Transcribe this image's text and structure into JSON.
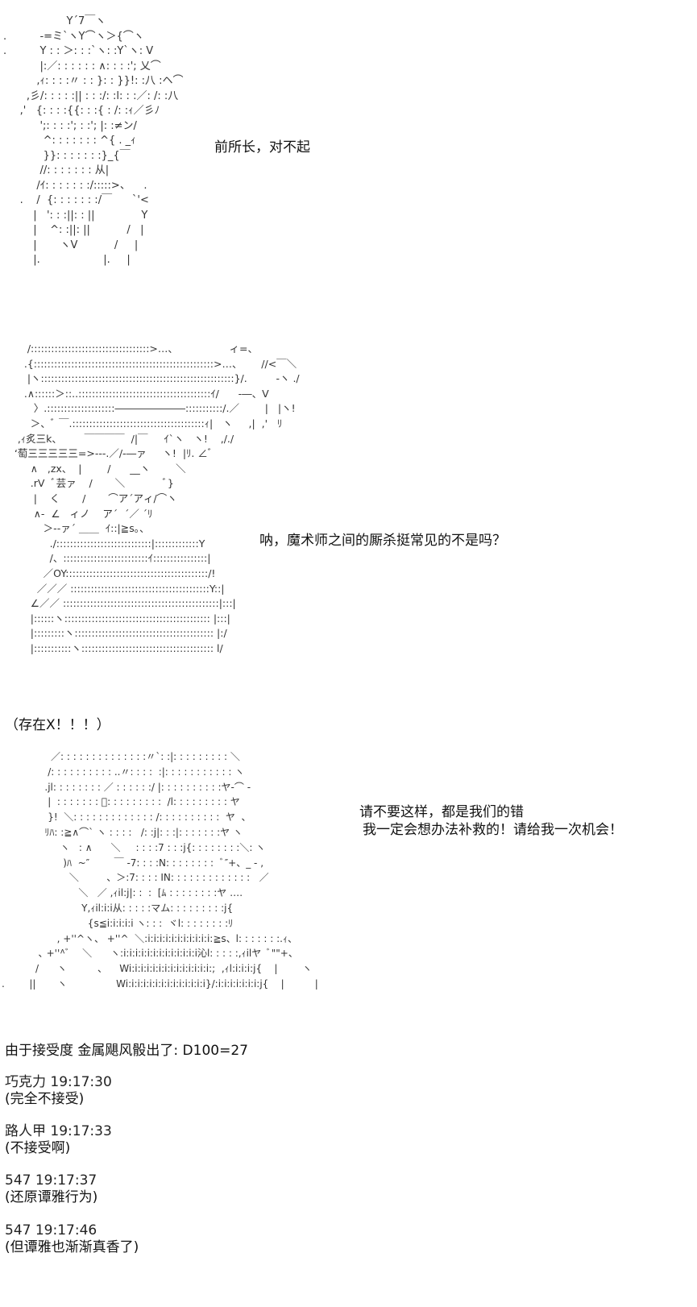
{
  "scene1": {
    "art": "                   Y´7￣ヽ\n.          ‐=ミ`ヽY⌒ヽ＞{⌒ヽ\n.          Y : : ＞: : :`ヽ: :Y`ヽ: V\n           |:／: : : : : : ∧: : : :'; 乂⌒\n          ,ｨ: : : :〃 : : }: : }}!: :八 :ヘ⌒\n       ,彡/: : : : :|| : : :/: :l: : :／: /: :八\n     ,'   {: : : :{{: : :{ : /: :ｨ／彡ﾉ\n           ';: : : :'; : :'; |: :≠ン/\n            ^: : : : : : : ^{ . _ｨ\n            }}: : : : : : :}_{￣\n           //: : : : : : : 从|\n          /ｲ: : : : : : :/:::::>、    .\n     .    /  {: : : : : : :/￣      `'<\n         |   ': : :||: : ||              Y\n         |    ^: :||: ||           /   |\n         |       ヽV           /     |\n         |.                   |.     |",
    "dialog": "前所长，对不起"
  },
  "scene2": {
    "art": "       /:::::::::::::::::::::::::::::::::::>…、                ィ=、\n      .{:::::::::::::::::::::::::::::::::::::::::::::::::::::>…、      //<￣＼\n       |ヽ:::::::::::::::::::::::::::::::::::::::::::::::::::::::::}/.         -ヽ ./\n      .∧::::::＞::..:::::::::::::::::::::::::::::::::::::::ｲ/      ‐―、V\n         〉.::::::::::::::::::::―――――――:::::::::::/.／        |   |ヽ!\n        ＞、ﾞ ￣.:::::::::::::::::::::::::::::::::::::::ｨ|   ヽ     ,|  ,'   ﾘ\n    ,ｨ炙三k、       ￣￣￣￣  /|￣     ｲ`ヽ   ヽ!    ,/./\n   ‘萄三三三三三=>‐‐‐.／/‐―ァ     ヽ!  |ﾘ. ∠ﾞ\n        ∧   ,zx、  |        /      __ヽ        ＼\n        .rV  ﾞ芸ァ    /       ＼            ﾞ}\n         |    く       /       ⌒ア´アィ/⌒ヽ\n         ∧‐  ∠   ィノ    ア´  ´／ ´ﾘ\n            ＞‐‐ァ´ ＿＿  ｲ::|≧s｡、\n              ./::::::::::::::::::::::::::::|:::::::::::::Y\n              /、:::::::::::::::::::::::::ｲ::::::::::::::::|\n            ／OY::::::::::::::::::::::::::::::::::::::::::/!\n          ／／／ :::::::::::::::::::::::::::::::::::::::::Y::|\n        ∠／／ ::::::::::::::::::::::::::::::::::::::::::::::|:::|\n        |::::::ヽ::::::::::::::::::::::::::::::::::::::::::: |:::|\n        |:::::::::ヽ::::::::::::::::::::::::::::::::::::::::: |:/\n        |:::::::::::ヽ::::::::::::::::::::::::::::::::::::::: l/",
    "dialog": "呐，魔术师之间的厮杀挺常见的不是吗？"
  },
  "aside": "（存在X！！！）",
  "scene3": {
    "art": "                ／: : : : : : : : : : : : : :〃`: :|: : : : : : : : : ＼\n               /: : : : : : : : : : ..〃: : : :  :|: : : : : : : : : : : ヽ\n              .jl: : : : : : : : ／ : : : : : :/ |: : : : : : : : : :ヤ-⌒ ‐\n               |  : : : : : : : ﾞ: : : : : : : : :  /l: : : : : : : : : ヤ\n               }!  ＼: : : : : : : : : : : : : /: : : : : : : : : :  ヤ  、\n              ﾘﾊ: :≧∧⌒` ヽ : : : :   /: :j|: : :|: : : : : : :ヤ ヽ\n                   ヽ   : ∧      ＼     : : : :7 : : :j{: : : : : : : :＼: ヽ\n                    )ﾊ  ~″        ￣ ‐7: : : :N: : : : : : : :  ﾞ″+、_ ‐ ,\n                      ＼         、＞:7: : : : IN: : : : : : : : : : : : :   ／\n                         ＼   ／ ,ｨil:j|: :  :  [ﾑ : : : : : : : :ヤ ‥‥\n                          Y,ｨil:i:i从: : : : :マム: : : : : : : : :j{\n                            {s≦i:i:i:i:i ヽ: : :  ヾl: : : : : : : :ﾘ\n                  , +''^ヽ、 +''^  ＼:i:i:i:i:i:i:i:i:i:i:i:≧s、l: : : : : : :.ｨ、\n            ､ +''^ﾞ    ＼      ヽ:i:i:i:i:i:i:i:i:i:i:i:i:i沁l: : : : :,ｨilヤ  ﾞ\"\"+、\n           /      ヽ          、    Wi:i:i:i:i:i:i:i:i:i:i:i:i:i:;  ,ｨl:i:i:i:j{    |        ヽ\n.        ||       ヽ                Wi:i:i:i:i:i:i:i:i:i:i:i:i:i}/:i:i:i:i:i:i:i:j{    |          |",
    "dialog_line1": "请不要这样，都是我们的错",
    "dialog_line2": "我一定会想办法补救的！请给我一次机会！"
  },
  "roll_result": "由于接受度 金属飓风骰出了: D100=27",
  "comments": [
    {
      "author": "巧克力",
      "time": "19:17:30",
      "text": "(完全不接受)"
    },
    {
      "author": "路人甲",
      "time": "19:17:33",
      "text": "(不接受啊)"
    },
    {
      "author": "547",
      "time": "19:17:37",
      "text": "(还原谭雅行为)"
    },
    {
      "author": "547",
      "time": "19:17:46",
      "text": "(但谭雅也渐渐真香了)"
    }
  ]
}
